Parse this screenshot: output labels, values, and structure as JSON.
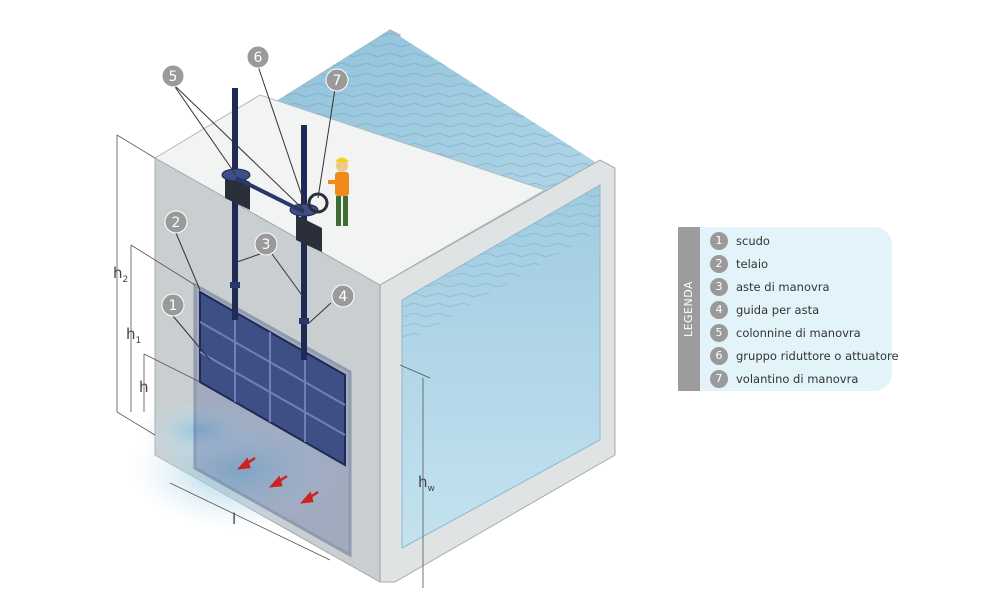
{
  "callouts": [
    {
      "num": "1",
      "label": "scudo"
    },
    {
      "num": "2",
      "label": "telaio"
    },
    {
      "num": "3",
      "label": "aste di manovra"
    },
    {
      "num": "4",
      "label": "guida per asta"
    },
    {
      "num": "5",
      "label": "colonnine di manovra"
    },
    {
      "num": "6",
      "label": "gruppo riduttore o attuatore"
    },
    {
      "num": "7",
      "label": "volantino di manovra"
    }
  ],
  "dimensions": {
    "h2": {
      "base": "h",
      "sub": "2"
    },
    "h1": {
      "base": "h",
      "sub": "1"
    },
    "h": {
      "base": "h"
    },
    "l": {
      "base": "l"
    },
    "hw": {
      "base": "h",
      "sub": "w"
    }
  },
  "legend": {
    "title": "LEGENDA",
    "items": [
      {
        "num": "1",
        "label": "scudo"
      },
      {
        "num": "2",
        "label": "telaio"
      },
      {
        "num": "3",
        "label": "aste di manovra"
      },
      {
        "num": "4",
        "label": "guida per asta"
      },
      {
        "num": "5",
        "label": "colonnine di manovra"
      },
      {
        "num": "6",
        "label": "gruppo riduttore o attuatore"
      },
      {
        "num": "7",
        "label": "volantino di manovra"
      }
    ]
  },
  "colors": {
    "wall": "#c9ced0",
    "wall_top": "#eef0f0",
    "water": "#a9d2e6",
    "gate": "#3e4f86",
    "callout": "#9a9a9a",
    "legend_bg": "#e3f3fa",
    "legend_bar": "#9c9c9c",
    "flow_arrow": "#cc2222"
  }
}
